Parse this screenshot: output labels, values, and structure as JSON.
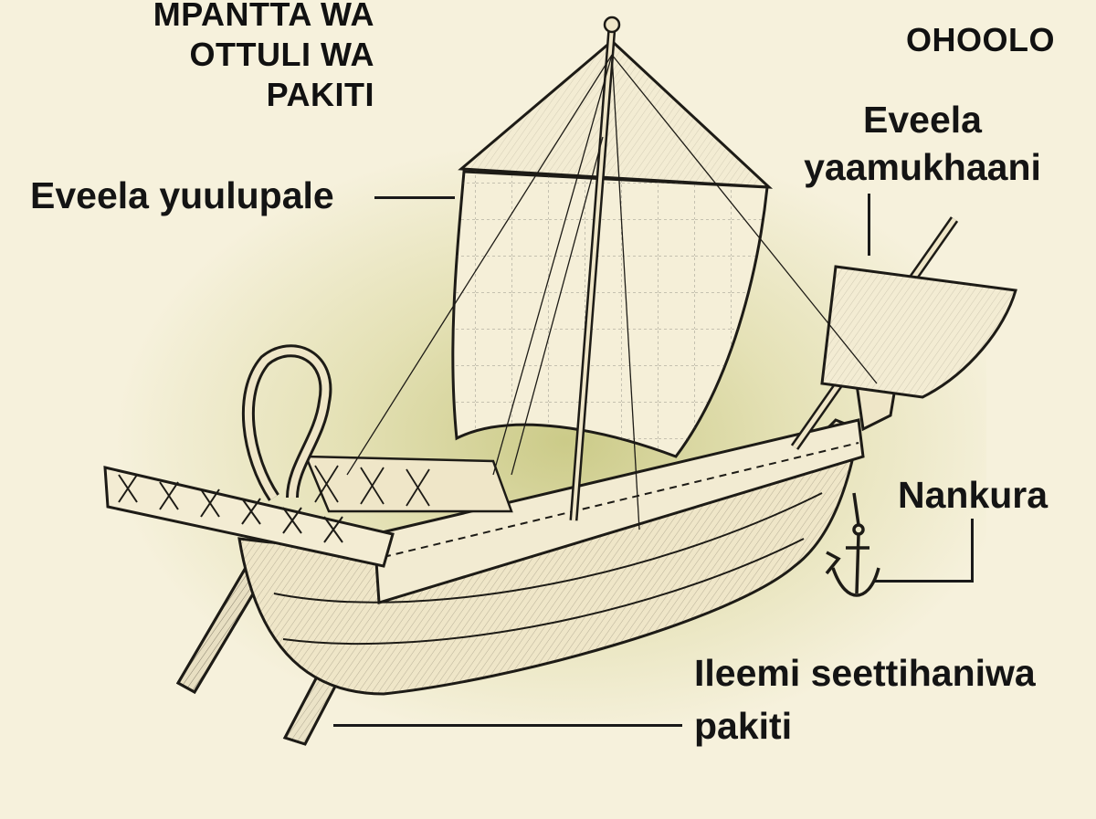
{
  "title_lines": [
    "MPANTTA WA",
    "OTTULI WA",
    "PAKITI"
  ],
  "corner_label": "OHOOLO",
  "labels": {
    "stern_sail": "Eveela yuulupale",
    "bow_sail_line1": "Eveela",
    "bow_sail_line2": "yaamukhaani",
    "anchor": "Nankura",
    "rudder_line1": "Ileemi seettihaniwa",
    "rudder_line2": "pakiti"
  },
  "icons": [
    "ship-illustration",
    "anchor-icon"
  ],
  "colors": {
    "background": "#f6f1dc",
    "glow": "#c4c47a",
    "ink": "#141414",
    "hull": "#efe6c8"
  }
}
